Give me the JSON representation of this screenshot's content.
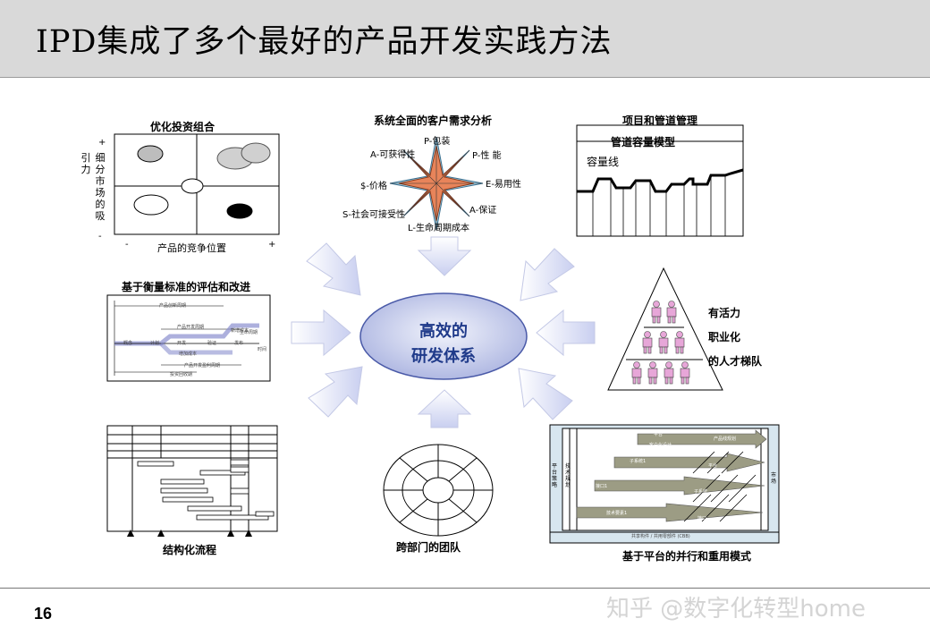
{
  "header": {
    "title": "IPD集成了多个最好的产品开发实践方法"
  },
  "center": {
    "line1": "高效的",
    "line2": "研发体系"
  },
  "portfolio": {
    "title": "优化投资组合",
    "y_plus": "+",
    "y_minus": "-",
    "y_label_a": "引力",
    "y_label_b": "细分市场的吸",
    "x_label": "产品的竞争位置",
    "x_minus": "-",
    "x_plus": "+"
  },
  "needs": {
    "title": "系统全面的客户需求分析",
    "axes": [
      "P-包装",
      "P-性 能",
      "E-易用性",
      "A-保证",
      "L-生命周期成本",
      "S-社会可接受性",
      "$-价格",
      "A-可获得性"
    ]
  },
  "pipeline": {
    "title": "项目和管道管理",
    "subtitle": "管道容量模型",
    "capacity_label": "容量线"
  },
  "metrics": {
    "title": "基于衡量标准的评估和改进",
    "labels": [
      "产品创新周期",
      "产品开发周期",
      "概念",
      "计划",
      "开发",
      "验证",
      "发布",
      "生命周期",
      "新增成本",
      "增加成本",
      "产品开发盈利周期",
      "投资回收期",
      "时间"
    ]
  },
  "talent": {
    "line1": "有活力",
    "line2": "职业化",
    "line3": "的人才梯队"
  },
  "structured": {
    "title": "结构化流程"
  },
  "team": {
    "title": "跨部门的团队"
  },
  "platform": {
    "title": "基于平台的并行和重用模式",
    "left_a": "平台策略",
    "left_b": "技术规划",
    "right": "市场",
    "bottom": "共享构件 / 共用零部件 (CBB)",
    "arrows": [
      "平台",
      "产品线规划",
      "客户化设计",
      "子系统1",
      "子系统N",
      "平台",
      "接口1",
      "接口N",
      "子系统",
      "技术要素1",
      "技术要素N",
      "接口"
    ]
  },
  "footer": {
    "page": "16",
    "watermark": "知乎 @数字化转型home"
  }
}
